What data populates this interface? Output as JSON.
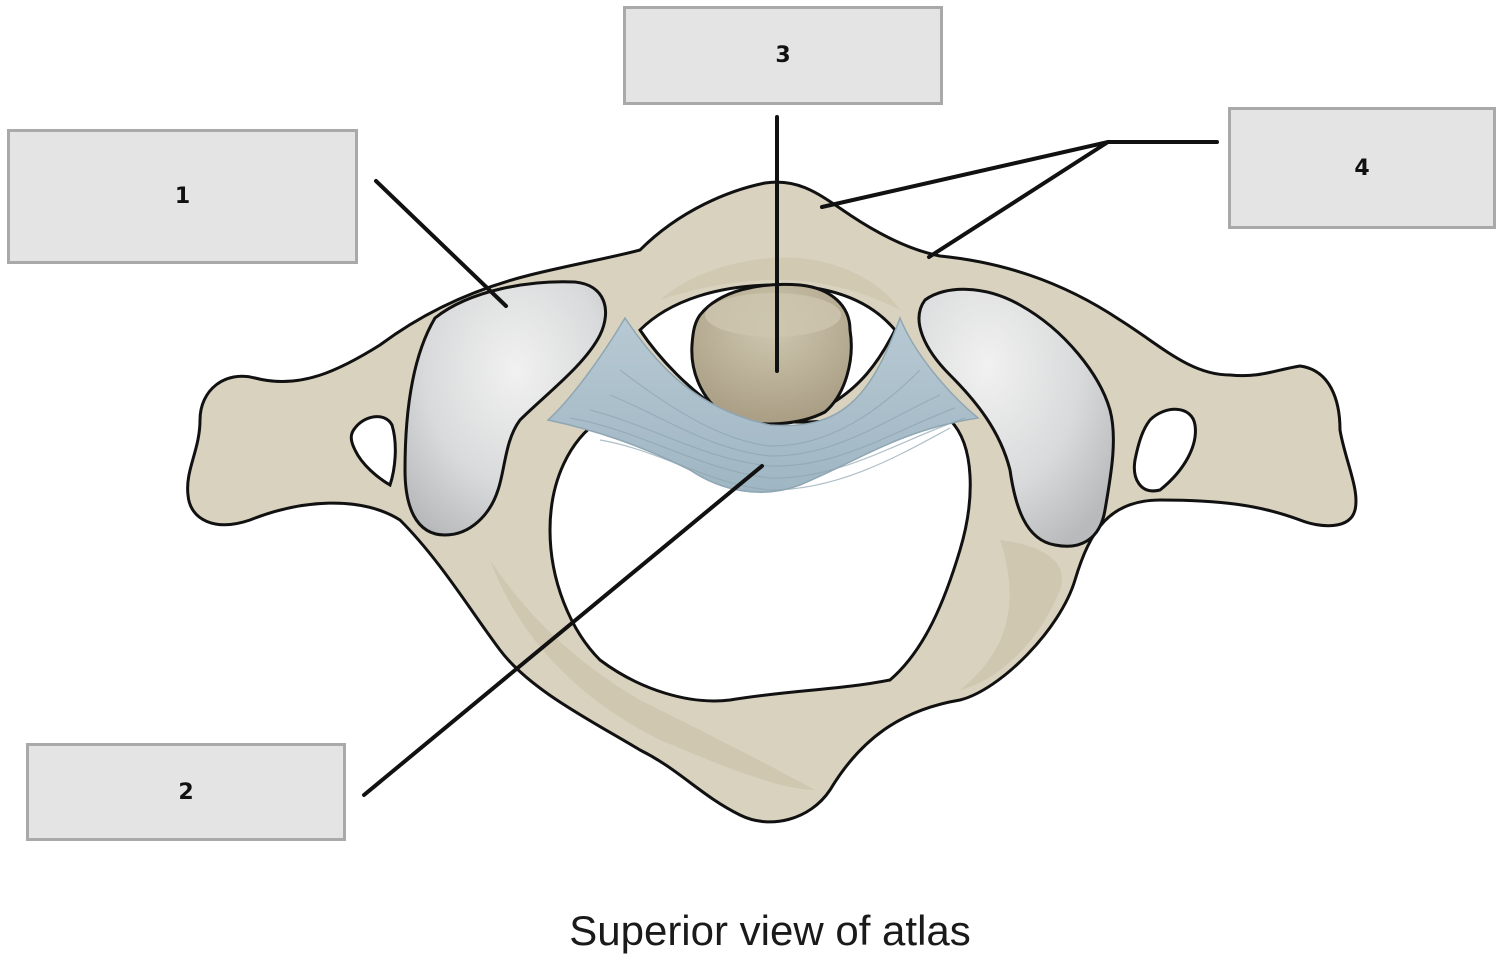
{
  "caption": "Superior view of atlas",
  "labels": [
    {
      "id": "1",
      "text": "1"
    },
    {
      "id": "2",
      "text": "2"
    },
    {
      "id": "3",
      "text": "3"
    },
    {
      "id": "4",
      "text": "4"
    }
  ],
  "colors": {
    "bone": "#d9d2bf",
    "bone_shadow": "#c2b79d",
    "bone_dark": "#a99e84",
    "articular_facet": "#dadbdc",
    "ligament": "#a9bfcc",
    "outline": "#111111",
    "box_fill": "#e4e4e4",
    "box_border": "#a9a9a9"
  }
}
